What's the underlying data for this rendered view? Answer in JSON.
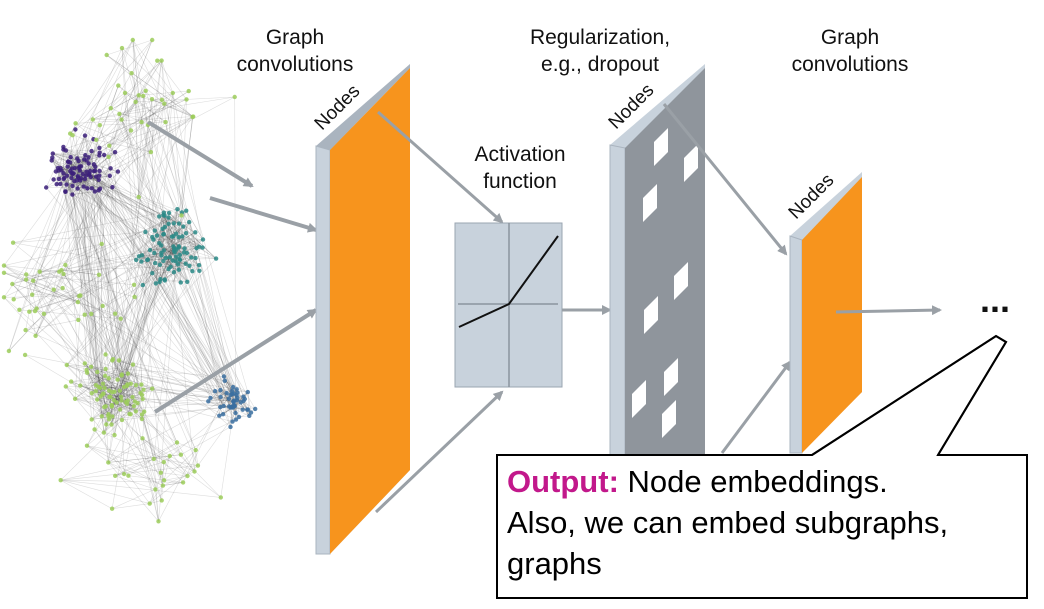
{
  "labels": {
    "graph_conv_1": [
      "Graph",
      "convolutions"
    ],
    "activation": [
      "Activation",
      "function"
    ],
    "regularization": [
      "Regularization,",
      "e.g., dropout"
    ],
    "graph_conv_2": [
      "Graph",
      "convolutions"
    ],
    "nodes": "Nodes",
    "ellipsis": "..."
  },
  "callout": {
    "highlight": "Output:",
    "text": "Node embeddings.",
    "line2": "Also, we can embed subgraphs,",
    "line3": "graphs"
  },
  "colors": {
    "orange": "#f7941d",
    "panel": "#c8d2dc",
    "dropout": "#8f959c",
    "arrow": "#9aa0a6",
    "purple": "#3b1f7a",
    "teal": "#2a8a87",
    "green": "#9ccc5a",
    "blue": "#3a6fa0",
    "highlight": "#c2188b"
  }
}
